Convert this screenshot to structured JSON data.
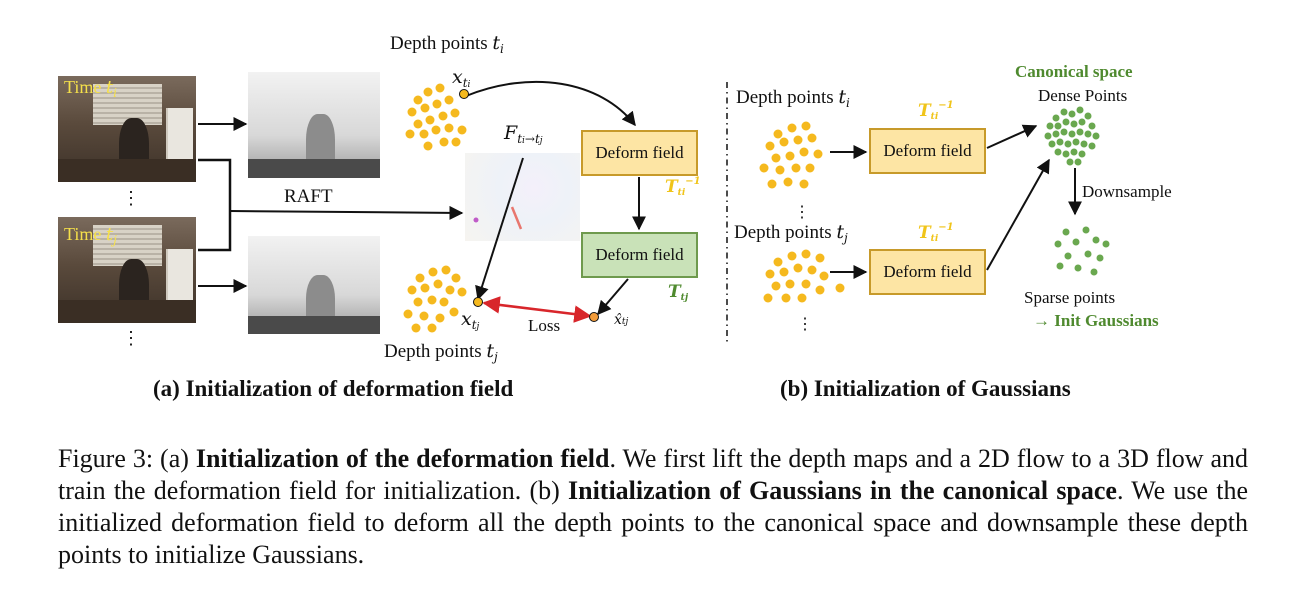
{
  "panel_a": {
    "time_ti_label": "Time",
    "time_tj_label": "Time",
    "ti": "t",
    "ti_sub": "i",
    "tj": "t",
    "tj_sub": "j",
    "raft_label": "RAFT",
    "depth_points_ti_top": "Depth points",
    "depth_points_tj_bottom": "Depth points",
    "flow_label": "F",
    "flow_sub": "t",
    "flow_sub_i": "i",
    "flow_arrow": "→",
    "x_label": "x",
    "deform_field_1": "Deform field",
    "deform_field_2": "Deform field",
    "t_inv_label": "T",
    "t_label": "T",
    "loss_label": "Loss",
    "x_hat_label": "x̂",
    "vdots_1": "⋮",
    "vdots_2": "⋮",
    "title": "(a) Initialization of deformation field"
  },
  "panel_b": {
    "canonical_space": "Canonical space",
    "dense_points": "Dense Points",
    "depth_points_ti": "Depth points",
    "depth_points_tj": "Depth points",
    "deform_field_1": "Deform field",
    "deform_field_2": "Deform field",
    "downsample": "Downsample",
    "sparse_points": "Sparse points",
    "init_gaussians": "→ Init Gaussians",
    "vdots_1": "⋮",
    "vdots_2": "⋮",
    "title": "(b) Initialization of Gaussians"
  },
  "caption": {
    "prefix": "Figure 3: (a) ",
    "bold1": "Initialization of the deformation field",
    "text1": ". We first lift the depth maps and a 2D flow to a 3D flow and train the deformation field for initialization. (b) ",
    "bold2": "Initialization of Gaussians in the canonical space",
    "text2": ". We use the initialized deformation field to deform all the depth points to the canonical space and downsample these depth points to initialize Gaussians."
  },
  "colors": {
    "point_yellow": "#f5b91e",
    "point_green": "#6aa84f",
    "label_yellow": "#f0c419",
    "label_green": "#4f8a2f",
    "loss_red": "#d8262b"
  }
}
